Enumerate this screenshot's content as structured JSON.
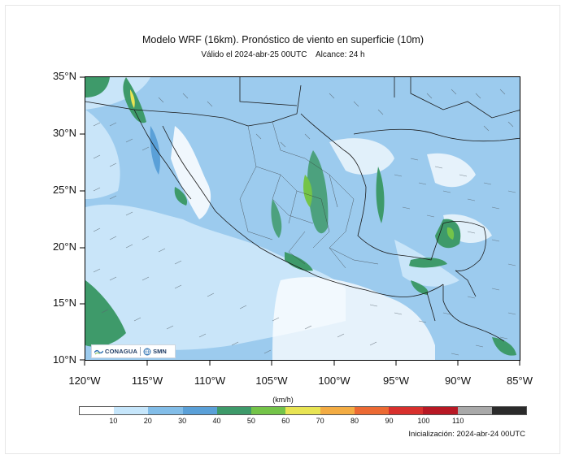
{
  "title": "Modelo WRF (16km). Pronóstico de viento en superficie (10m)",
  "subtitle": "Válido el 2024-abr-25 00UTC    Alcance: 24 h",
  "y_axis_labels": [
    "35°N",
    "30°N",
    "25°N",
    "20°N",
    "15°N",
    "10°N"
  ],
  "x_axis_labels": [
    "120°W",
    "115°W",
    "110°W",
    "105°W",
    "100°W",
    "95°W",
    "90°W",
    "85°W"
  ],
  "colorbar": {
    "unit": "(km/h)",
    "ticks": [
      "10",
      "20",
      "30",
      "40",
      "50",
      "60",
      "70",
      "80",
      "90",
      "100",
      "110"
    ],
    "colors": [
      "#ffffff",
      "#c6e6fb",
      "#82bde8",
      "#5aa0d8",
      "#3e9a6a",
      "#74c449",
      "#e8e453",
      "#f3ac43",
      "#ec6a33",
      "#d8302d",
      "#b81824",
      "#a9a9a9",
      "#2b2b2b"
    ]
  },
  "logos": {
    "agency1": "CONAGUA",
    "agency2": "SMN"
  },
  "initialization": "Inicialización: 2024-abr-24 00UTC"
}
